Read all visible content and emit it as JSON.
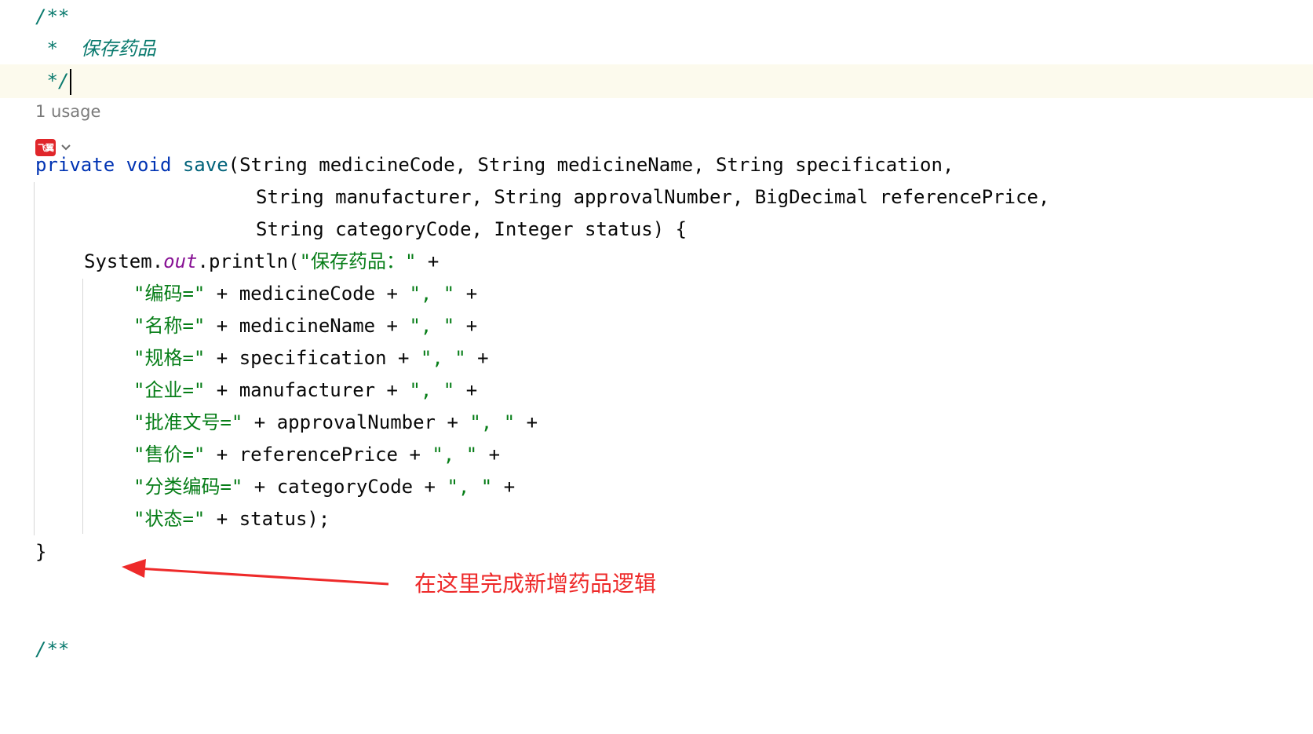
{
  "editor": {
    "doc_comment": [
      "/**",
      " *  保存药品",
      " */"
    ],
    "usage_hint": "1 usage",
    "author_badge": "飞翼",
    "code": {
      "kw_private": "private",
      "kw_void": "void",
      "method_name": "save",
      "sig_line1_params": "(String medicineCode, String medicineName, String specification,",
      "sig_line2_params": "String manufacturer, String approvalNumber, BigDecimal referencePrice,",
      "sig_line3_params": "String categoryCode, Integer status) {",
      "print_prefix": "System.",
      "print_field": "out",
      "print_call": ".println(",
      "print_str": "\"保存药品：\"",
      "print_tail": " +",
      "concat_lines": [
        {
          "str": "\"编码=\"",
          "mid": " + medicineCode + ",
          "sep": "\", \"",
          "tail": " +"
        },
        {
          "str": "\"名称=\"",
          "mid": " + medicineName + ",
          "sep": "\", \"",
          "tail": " +"
        },
        {
          "str": "\"规格=\"",
          "mid": " + specification + ",
          "sep": "\", \"",
          "tail": " +"
        },
        {
          "str": "\"企业=\"",
          "mid": " + manufacturer + ",
          "sep": "\", \"",
          "tail": " +"
        },
        {
          "str": "\"批准文号=\"",
          "mid": " + approvalNumber + ",
          "sep": "\", \"",
          "tail": " +"
        },
        {
          "str": "\"售价=\"",
          "mid": " + referencePrice + ",
          "sep": "\", \"",
          "tail": " +"
        },
        {
          "str": "\"分类编码=\"",
          "mid": " + categoryCode + ",
          "sep": "\", \"",
          "tail": " +"
        }
      ],
      "last_str": "\"状态=\"",
      "last_tail": " + status);",
      "close_brace": "}",
      "next_comment": "/**"
    },
    "annotation_text": "在这里完成新增药品逻辑"
  },
  "colors": {
    "annotation": "#ee2a2a",
    "keyword": "#0033b3",
    "string": "#067d17",
    "doc_comment": "#0a7a6e",
    "current_line": "#fcfaed"
  }
}
